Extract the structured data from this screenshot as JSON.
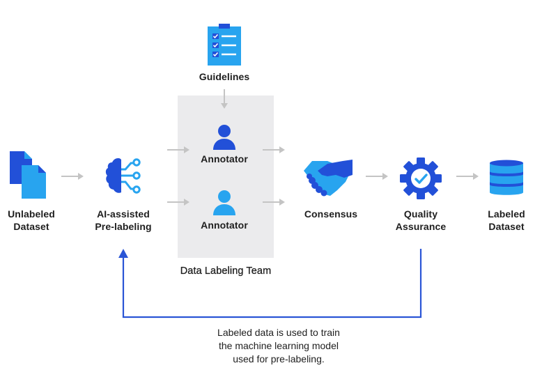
{
  "colors": {
    "dark_blue": "#2250d8",
    "light_blue": "#28a4ef",
    "gray_arrow": "#c4c4c4",
    "team_bg": "#ebebed",
    "feedback_line": "#2a55d6",
    "text": "#1e1e1e"
  },
  "nodes": {
    "unlabeled": {
      "line1": "Unlabeled",
      "line2": "Dataset",
      "icon": "documents-icon"
    },
    "prelabeling": {
      "line1": "AI-assisted",
      "line2": "Pre-labeling",
      "icon": "ai-brain-icon"
    },
    "guidelines": {
      "label": "Guidelines",
      "icon": "clipboard-checklist-icon"
    },
    "annotator_1": {
      "label": "Annotator",
      "icon": "user-icon"
    },
    "annotator_2": {
      "label": "Annotator",
      "icon": "user-icon"
    },
    "team": {
      "label": "Data Labeling Team"
    },
    "consensus": {
      "label": "Consensus",
      "icon": "handshake-icon"
    },
    "qa": {
      "line1": "Quality",
      "line2": "Assurance",
      "icon": "gear-check-icon"
    },
    "labeled": {
      "line1": "Labeled",
      "line2": "Dataset",
      "icon": "database-icon"
    }
  },
  "feedback": {
    "line1": "Labeled data is used to train",
    "line2": "the machine learning model",
    "line3": "used for pre-labeling."
  }
}
